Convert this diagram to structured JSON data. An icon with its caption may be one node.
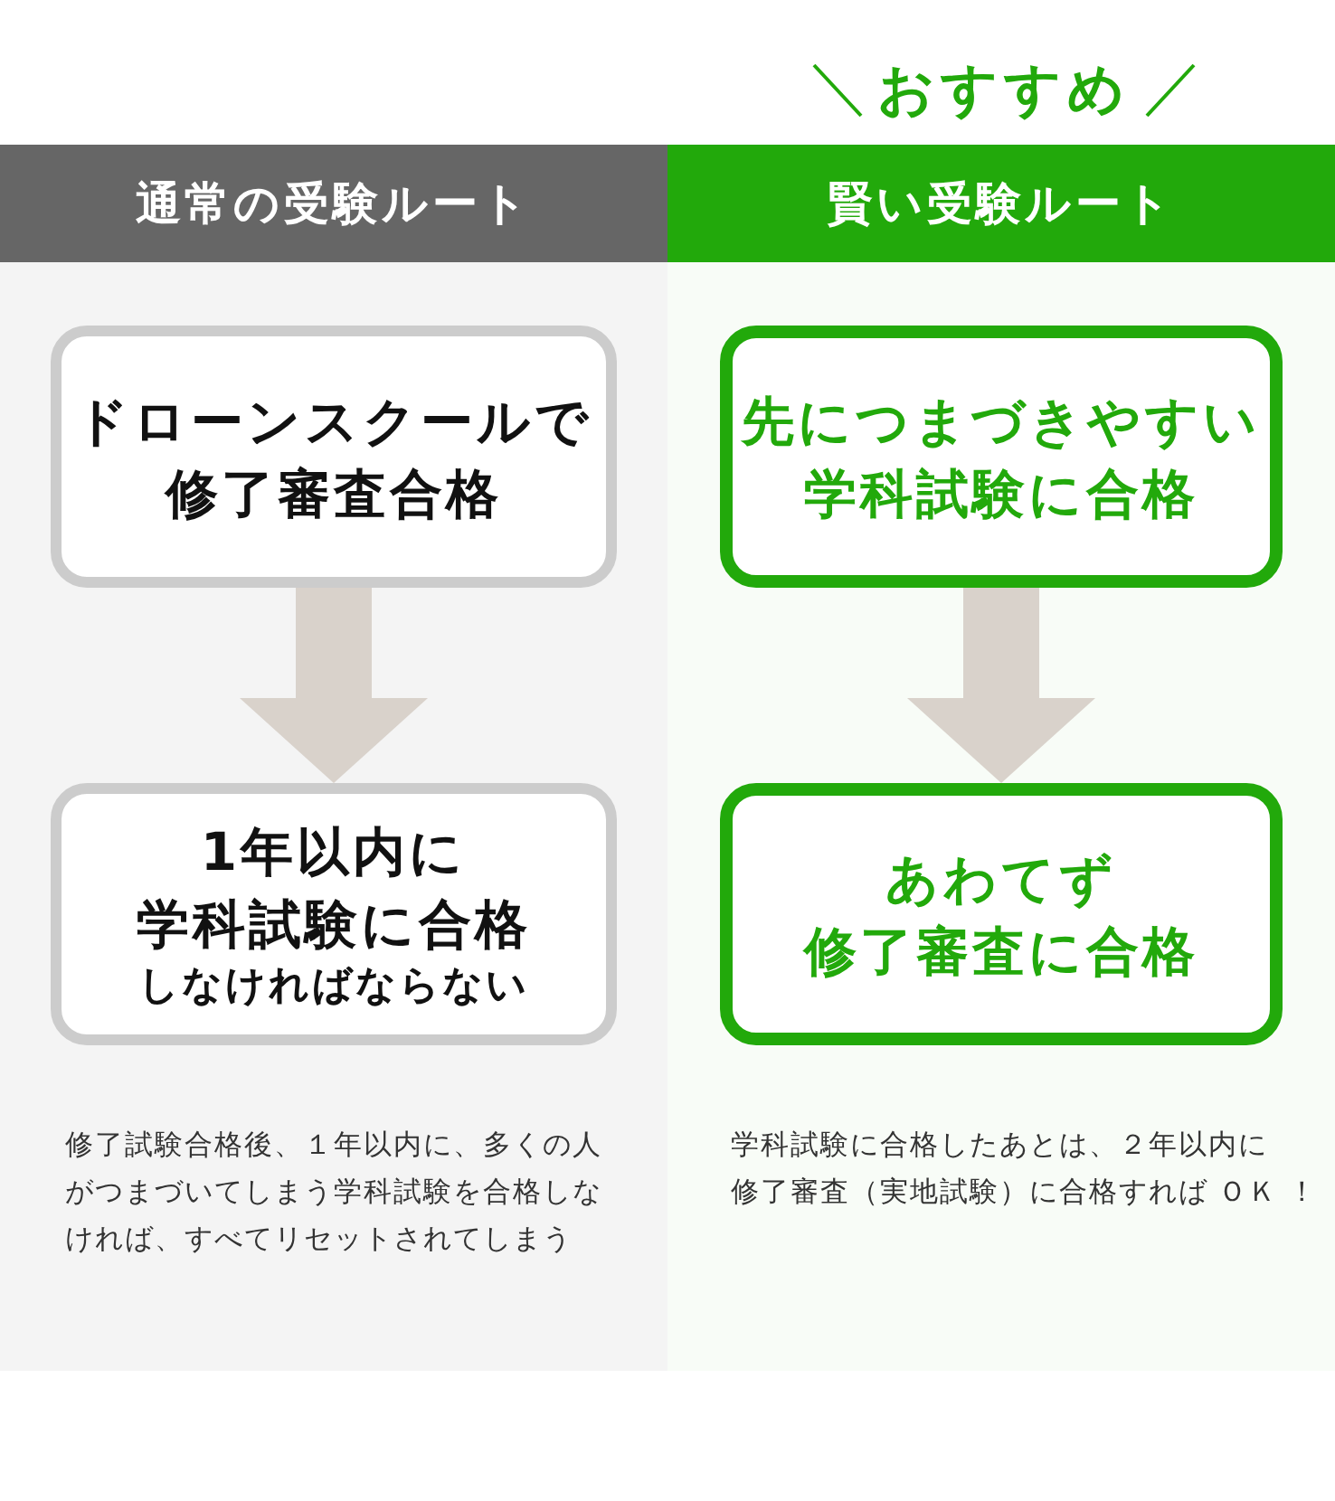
{
  "diagram": {
    "nodes": [
      {
        "text": [
          "通常の受験ルート",
          "修了試験合格後、１年以内に、多くの人がつまづいてしまう学科試験を合格しなければ、すべてリセットされてしまう"
        ]
      },
      {
        "text": [
          "ドローンスクールで修了審査合格"
        ],
        "in": 0
      },
      {
        "text": [
          "1年以内に学科試験に合格",
          "しなければならない"
        ],
        "in": 0
      },
      {
        "text": [
          "賢い受験ルート",
          "学科試験に合格したあとは、２年以内に修了審査（実地試験）に合格すれば ＯＫ ！"
        ],
        "beside": [
          "おすすめ"
        ]
      },
      {
        "text": [
          "先につまづきやすい学科試験に合格"
        ],
        "in": 3
      },
      {
        "text": [
          "あわてず修了審査に合格"
        ],
        "in": 3
      }
    ],
    "edges": [
      {
        "from": 1,
        "to": 2,
        "arrow": "to"
      },
      {
        "from": 4,
        "to": 5,
        "arrow": "to"
      }
    ]
  }
}
